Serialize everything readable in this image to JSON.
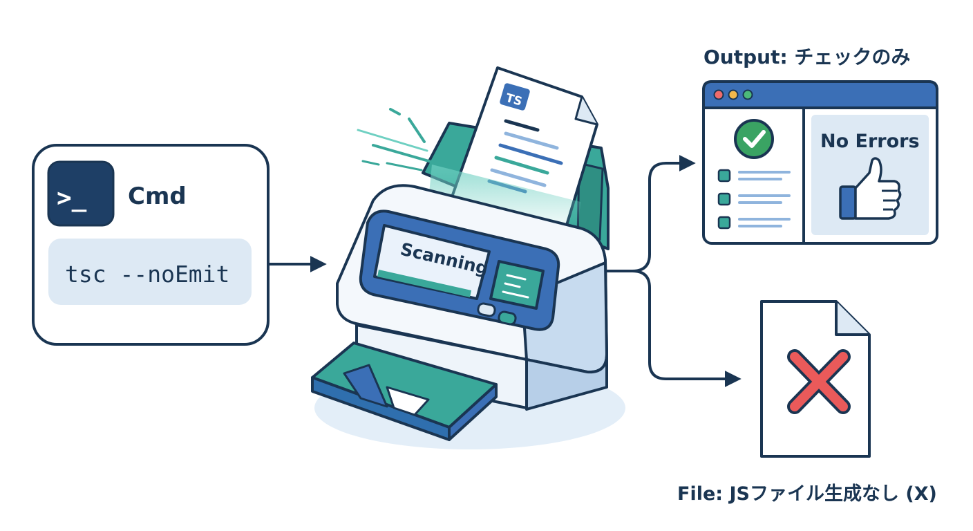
{
  "command_box": {
    "icon": "terminal-icon",
    "prompt_glyph": ">_",
    "title": "Cmd",
    "command": "tsc --noEmit"
  },
  "scanner": {
    "document_badge": "TS",
    "screen_text": "Scanning"
  },
  "output": {
    "heading": "Output: チェックのみ",
    "status_text": "No Errors",
    "check_icon": "check-circle-icon",
    "thumb_icon": "thumbs-up-icon"
  },
  "file_result": {
    "label": "File: JSファイル生成なし (X)",
    "icon": "x-mark-icon"
  },
  "colors": {
    "navy": "#1a3552",
    "blue": "#3b6fb6",
    "teal": "#3aa89a",
    "light_blue": "#dde9f4",
    "green": "#3aa363",
    "red": "#ea5a5a"
  }
}
